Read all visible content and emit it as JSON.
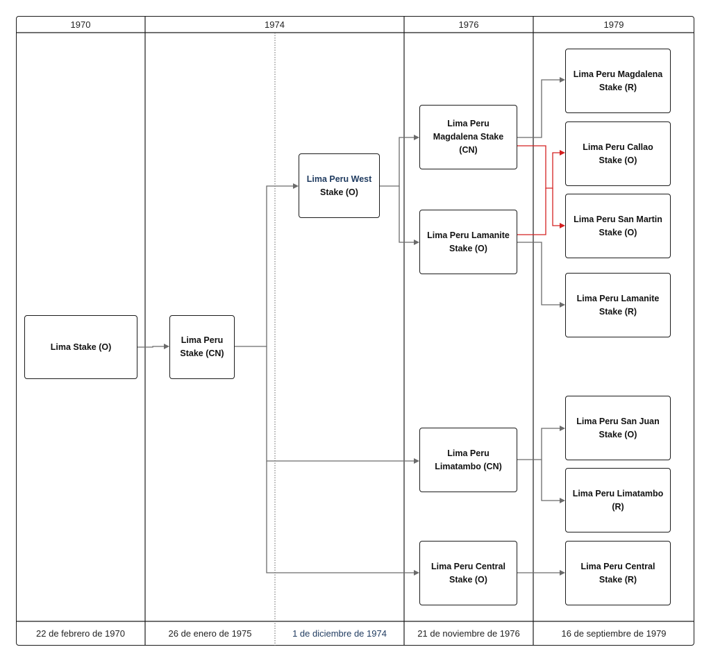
{
  "header": {
    "years": [
      "1970",
      "1974",
      "1976",
      "1979"
    ]
  },
  "footer": {
    "dates": [
      "22 de febrero de 1970",
      "26 de enero de 1975",
      "1 de diciembre de 1974",
      "21 de noviembre de 1976",
      "16 de septiembre de 1979"
    ]
  },
  "nodes": {
    "lima_stake": "Lima Stake (O)",
    "lima_peru_stake": "Lima Peru Stake (CN)",
    "west_a": "Lima Peru West",
    "west_b": "Stake (O)",
    "magdalena_cn": "Lima Peru Magdalena Stake (CN)",
    "lamanite_o": "Lima Peru Lamanite Stake (O)",
    "limatambo_cn": "Lima Peru Limatambo (CN)",
    "central_o": "Lima Peru Central Stake (O)",
    "magdalena_r": "Lima Peru Magdalena Stake (R)",
    "callao_o": "Lima Peru Callao Stake (O)",
    "san_martin_o": "Lima Peru San Martin Stake (O)",
    "lamanite_r": "Lima Peru Lamanite Stake (R)",
    "san_juan_o": "Lima Peru San Juan Stake (O)",
    "limatambo_r": "Lima Peru Limatambo (R)",
    "central_r": "Lima Peru Central Stake (R)"
  },
  "colors": {
    "line": "#6b6b6b",
    "highlight": "#d42020",
    "accent_text": "#1e3a5f"
  }
}
